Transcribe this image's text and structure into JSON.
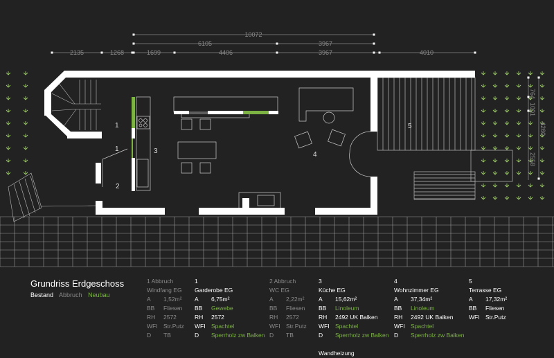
{
  "colors": {
    "background": "#222222",
    "wall": "#ffffff",
    "new": "#7cb342",
    "line": "#aaaaaa",
    "grass": "#9ccc65"
  },
  "dimensions": {
    "overall": "10072",
    "mid": [
      "6105",
      "3967"
    ],
    "chain": [
      "2135",
      "1268",
      "1699",
      "4406",
      "3967",
      "4010"
    ],
    "vertical": [
      "764",
      "1001",
      "2558",
      "4260"
    ]
  },
  "rooms": [
    "1",
    "1",
    "2",
    "3",
    "4",
    "5"
  ],
  "title": "Grundriss Erdgeschoss",
  "states": {
    "existing": "Bestand",
    "demolition": "Abbruch",
    "new": "Neubau"
  },
  "legend": [
    {
      "num": "1 Abbruch",
      "name": "Windfang EG",
      "rows": [
        [
          "A",
          "1,52m²"
        ],
        [
          "BB",
          "Fliesen"
        ],
        [
          "RH",
          "2572"
        ],
        [
          "WFI",
          "Str.Putz"
        ],
        [
          "D",
          "TB"
        ]
      ],
      "style": "grey"
    },
    {
      "num": "1",
      "name": "Garderobe EG",
      "rows": [
        [
          "A",
          "6,75m²"
        ],
        [
          "BB",
          "Gewebe"
        ],
        [
          "RH",
          "2572"
        ],
        [
          "WFI",
          "Spachtel"
        ],
        [
          "D",
          "Sperrholz zw Balken"
        ]
      ]
    },
    {
      "num": "2 Abbruch",
      "name": "WC EG",
      "rows": [
        [
          "A",
          "2,22m²"
        ],
        [
          "BB",
          "Fliesen"
        ],
        [
          "RH",
          "2572"
        ],
        [
          "WFI",
          "Str.Putz"
        ],
        [
          "D",
          "TB"
        ]
      ],
      "style": "grey"
    },
    {
      "num": "3",
      "name": "Küche EG",
      "rows": [
        [
          "A",
          "15,62m²"
        ],
        [
          "BB",
          "Linoleum"
        ],
        [
          "RH",
          "2492 UK Balken"
        ],
        [
          "WFI",
          "Spachtel"
        ],
        [
          "D",
          "Sperrholz zw Balken"
        ]
      ],
      "note": "Wandheizung"
    },
    {
      "num": "4",
      "name": "Wohnzimmer EG",
      "rows": [
        [
          "A",
          "37,34m²"
        ],
        [
          "BB",
          "Linoleum"
        ],
        [
          "RH",
          "2492 UK Balken"
        ],
        [
          "WFI",
          "Spachtel"
        ],
        [
          "D",
          "Sperrholz zw Balken"
        ]
      ]
    },
    {
      "num": "5",
      "name": "Terrasse EG",
      "rows": [
        [
          "A",
          "17,32m²"
        ],
        [
          "BB",
          "Fliesen"
        ],
        [
          "WFI",
          "Str.Putz"
        ]
      ]
    }
  ]
}
